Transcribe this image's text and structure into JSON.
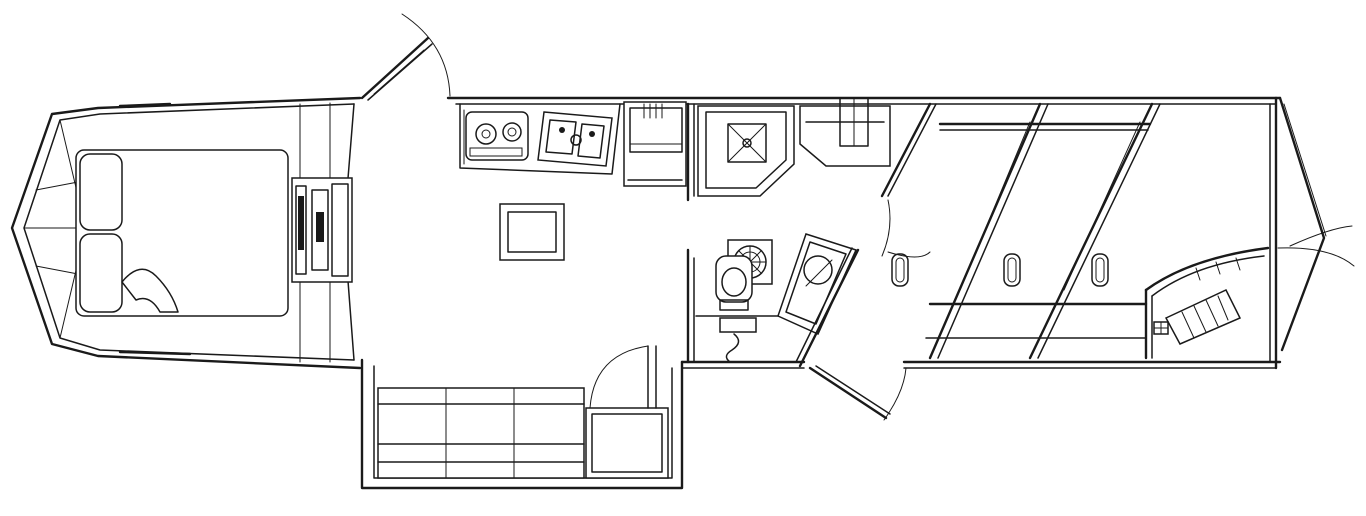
{
  "colors": {
    "line": "#1a1a1a",
    "background": "#ffffff"
  },
  "rooms": [
    {
      "name": "bedroom-nose",
      "fixtures": [
        "bed",
        "pillow",
        "pillow",
        "bedside-cabinet"
      ]
    },
    {
      "name": "living-kitchen",
      "fixtures": [
        "two-burner-cooktop",
        "double-sink",
        "microwave",
        "table"
      ]
    },
    {
      "name": "bathroom",
      "fixtures": [
        "shower",
        "toilet",
        "vanity-sink",
        "water-heater"
      ]
    },
    {
      "name": "slide-out",
      "fixtures": [
        "sofa",
        "closet"
      ]
    },
    {
      "name": "horse-area",
      "fixtures": [
        "stall-divider",
        "stall-divider",
        "stall-divider",
        "tie-ring",
        "tie-ring",
        "tie-ring",
        "saddle-rack"
      ]
    }
  ]
}
